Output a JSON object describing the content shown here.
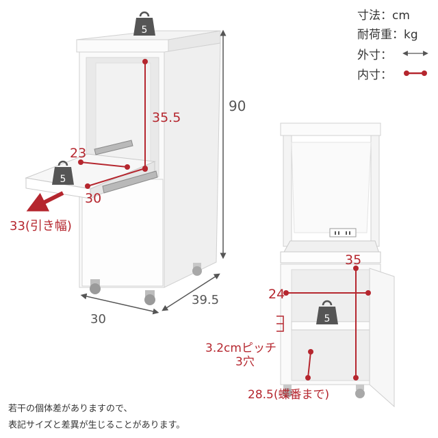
{
  "legend": {
    "dimension_unit": "寸法：cm",
    "load_unit": "耐荷重：kg",
    "outer": "外寸：",
    "inner": "内寸："
  },
  "left_unit": {
    "load_top": "5",
    "load_shelf": "5",
    "height": "90",
    "inner_height": "35.5",
    "shelf_depth": "23",
    "shelf_width": "30",
    "pull_out": "33(引き幅)",
    "width": "30",
    "depth": "39.5"
  },
  "right_unit": {
    "inner_width": "35",
    "inner_depth": "24",
    "load_shelf": "5",
    "pitch_line1": "3.2cmピッチ",
    "pitch_line2": "3穴",
    "hinge": "28.5(蝶番まで)"
  },
  "note": {
    "line1": "若干の個体差がありますので、",
    "line2": "表記サイズと差異が生じることがあります。"
  },
  "colors": {
    "inner": "#b5262e",
    "outer": "#555555",
    "weight": "#555555",
    "cabinet_edge": "#cfcfcf"
  }
}
